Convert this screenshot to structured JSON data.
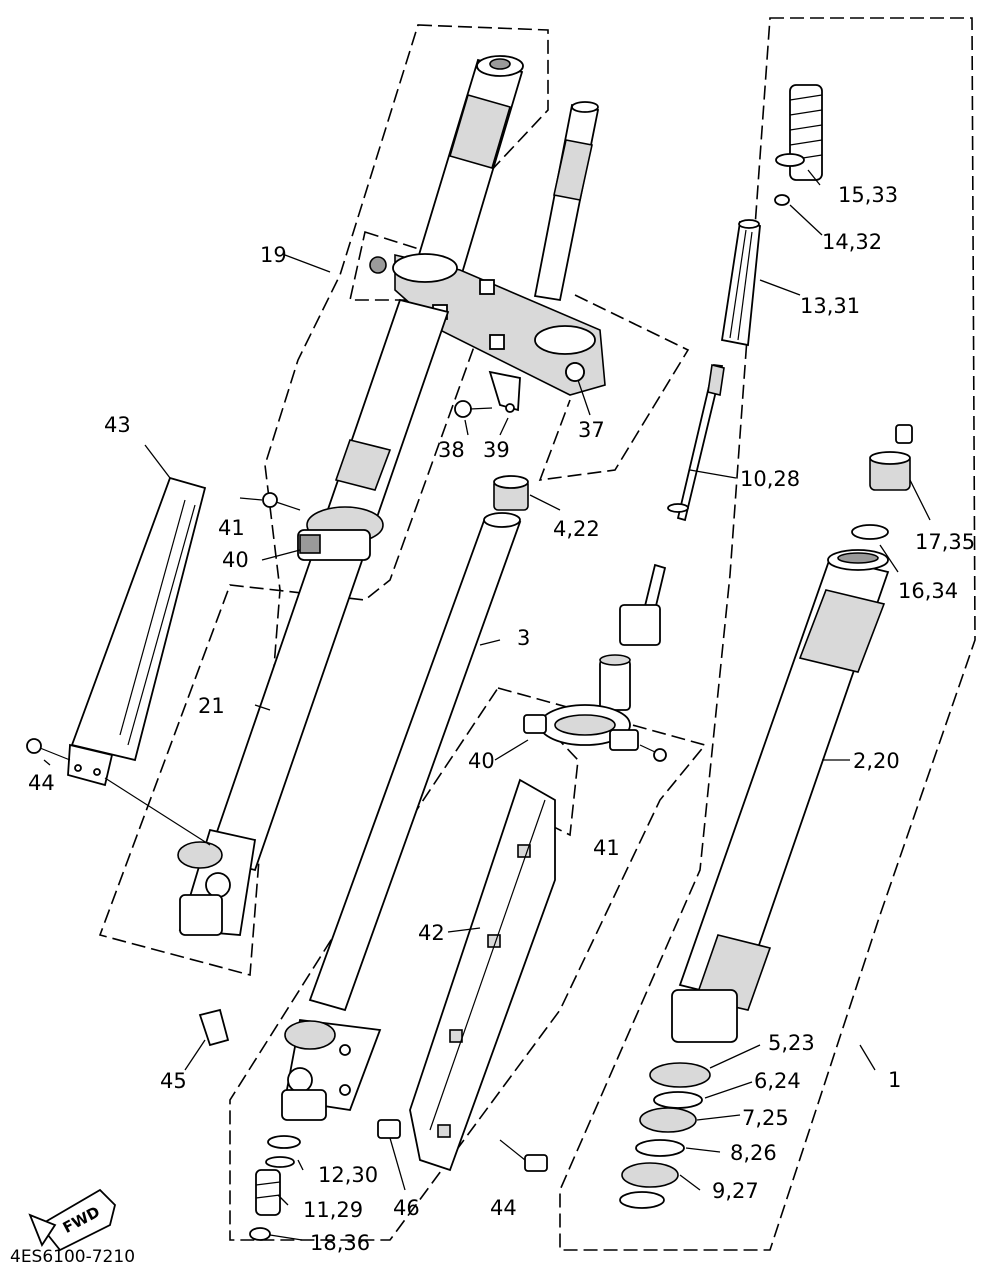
{
  "diagram": {
    "drawing_code": "4ES6100-7210",
    "fwd_badge": "FWD",
    "callouts": {
      "c1": "1",
      "c2_20": "2,20",
      "c3": "3",
      "c4_22": "4,22",
      "c5_23": "5,23",
      "c6_24": "6,24",
      "c7_25": "7,25",
      "c8_26": "8,26",
      "c9_27": "9,27",
      "c10_28": "10,28",
      "c11_29": "11,29",
      "c12_30": "12,30",
      "c13_31": "13,31",
      "c14_32": "14,32",
      "c15_33": "15,33",
      "c16_34": "16,34",
      "c17_35": "17,35",
      "c18_36": "18,36",
      "c19": "19",
      "c21": "21",
      "c37": "37",
      "c38": "38",
      "c39": "39",
      "c40_upper": "40",
      "c40_lower": "40",
      "c41_upper": "41",
      "c41_lower": "41",
      "c42": "42",
      "c43": "43",
      "c44_left": "44",
      "c44_bottom": "44",
      "c45": "45",
      "c46": "46"
    }
  }
}
